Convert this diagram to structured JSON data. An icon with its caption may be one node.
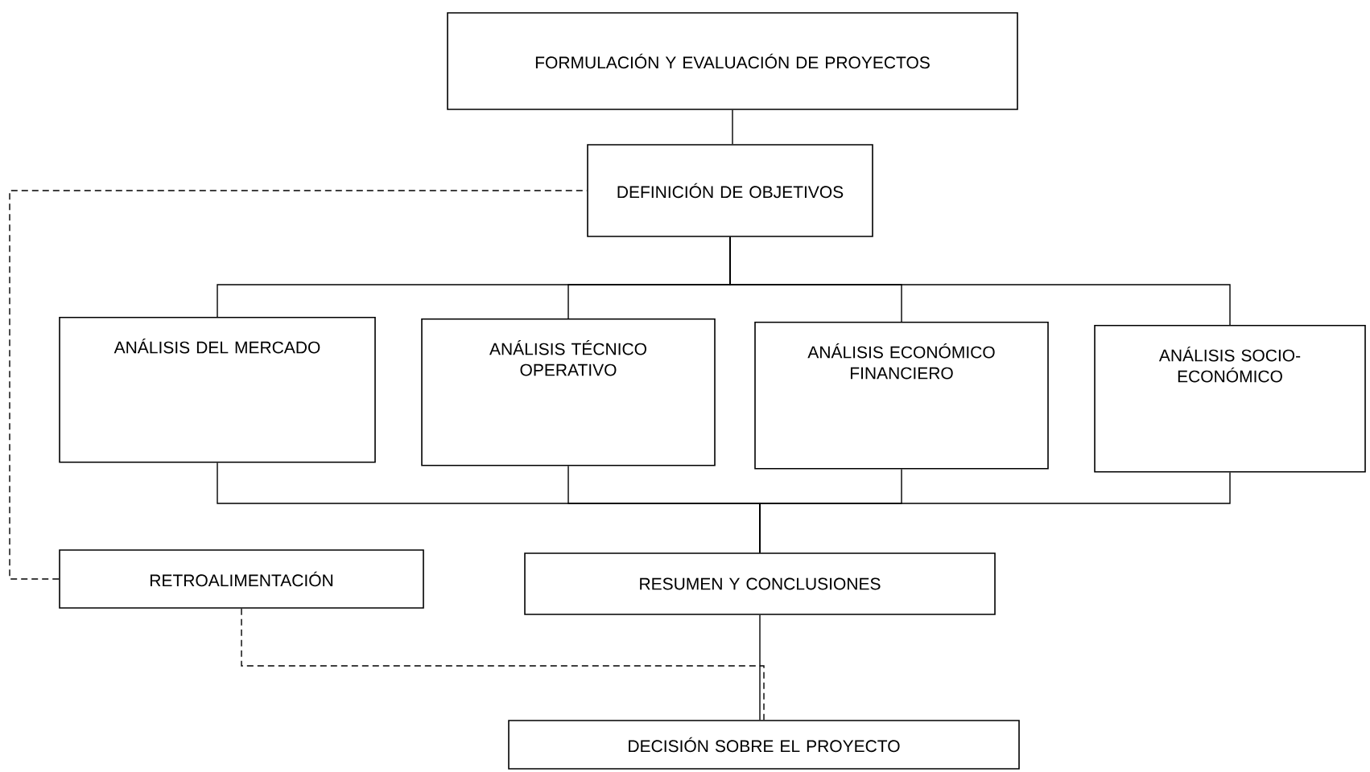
{
  "diagram": {
    "nodes": [
      {
        "text": [
          "FORMULACIÓN Y EVALUACIÓN DE PROYECTOS"
        ]
      },
      {
        "text": [
          "DEFINICIÓN DE OBJETIVOS"
        ]
      },
      {
        "text": [
          "ANÁLISIS DEL MERCADO"
        ]
      },
      {
        "text": [
          "ANÁLISIS TÉCNICO OPERATIVO"
        ]
      },
      {
        "text": [
          "ANÁLISIS ECONÓMICO FINANCIERO"
        ]
      },
      {
        "text": [
          "ANÁLISIS SOCIO- ECONÓMICO"
        ]
      },
      {
        "text": [
          "RETROALIMENTACIÓN"
        ]
      },
      {
        "text": [
          "RESUMEN Y CONCLUSIONES"
        ]
      },
      {
        "text": [
          "DECISIÓN SOBRE EL PROYECTO"
        ]
      }
    ],
    "edges": [
      {
        "from": 0,
        "to": 1,
        "arrow": "none"
      },
      {
        "from": 1,
        "to": 2,
        "arrow": "none"
      },
      {
        "from": 1,
        "to": 3,
        "arrow": "none"
      },
      {
        "from": 1,
        "to": 4,
        "arrow": "none"
      },
      {
        "from": 1,
        "to": 5,
        "arrow": "none"
      },
      {
        "from": 2,
        "to": 7,
        "arrow": "none"
      },
      {
        "from": 3,
        "to": 7,
        "arrow": "none"
      },
      {
        "from": 4,
        "to": 7,
        "arrow": "none"
      },
      {
        "from": 5,
        "to": 7,
        "arrow": "none"
      },
      {
        "from": 7,
        "to": 8,
        "arrow": "none"
      },
      {
        "from": 6,
        "to": 1,
        "arrow": "none",
        "style": "dashed"
      },
      {
        "from": 6,
        "to": 8,
        "arrow": "none",
        "style": "dashed"
      }
    ]
  }
}
